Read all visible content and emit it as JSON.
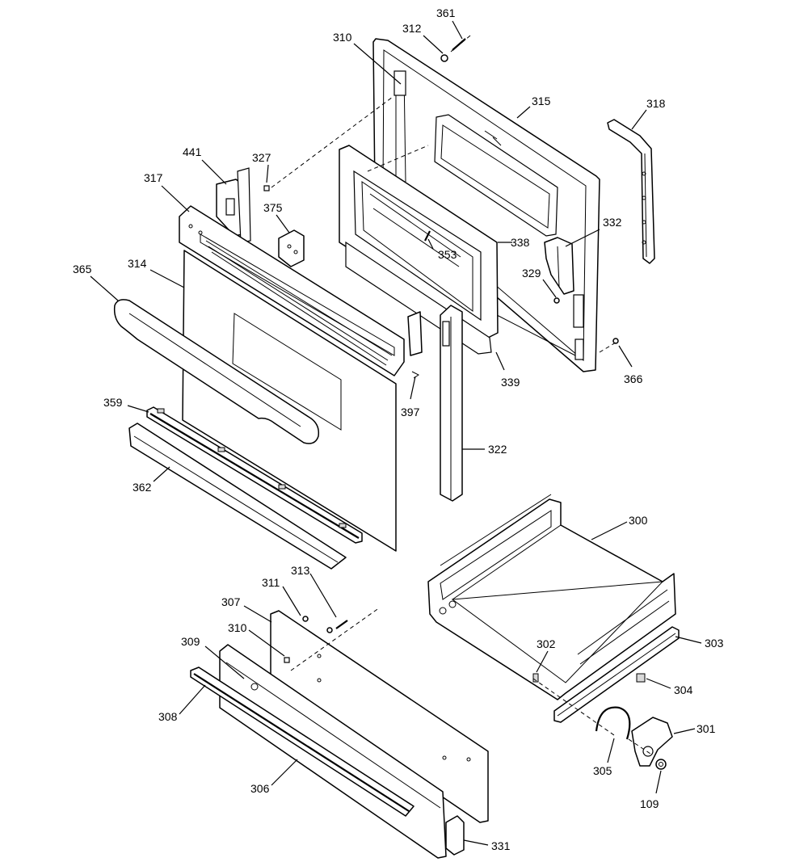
{
  "parts": [
    {
      "id": "p361",
      "number": "361"
    },
    {
      "id": "p312",
      "number": "312"
    },
    {
      "id": "p310a",
      "number": "310"
    },
    {
      "id": "p315",
      "number": "315"
    },
    {
      "id": "p318",
      "number": "318"
    },
    {
      "id": "p441",
      "number": "441"
    },
    {
      "id": "p327",
      "number": "327"
    },
    {
      "id": "p317",
      "number": "317"
    },
    {
      "id": "p375",
      "number": "375"
    },
    {
      "id": "p332",
      "number": "332"
    },
    {
      "id": "p338",
      "number": "338"
    },
    {
      "id": "p353",
      "number": "353"
    },
    {
      "id": "p365",
      "number": "365"
    },
    {
      "id": "p314",
      "number": "314"
    },
    {
      "id": "p329",
      "number": "329"
    },
    {
      "id": "p366",
      "number": "366"
    },
    {
      "id": "p339",
      "number": "339"
    },
    {
      "id": "p397",
      "number": "397"
    },
    {
      "id": "p359",
      "number": "359"
    },
    {
      "id": "p322",
      "number": "322"
    },
    {
      "id": "p362",
      "number": "362"
    },
    {
      "id": "p300",
      "number": "300"
    },
    {
      "id": "p313",
      "number": "313"
    },
    {
      "id": "p311",
      "number": "311"
    },
    {
      "id": "p307",
      "number": "307"
    },
    {
      "id": "p310b",
      "number": "310"
    },
    {
      "id": "p309",
      "number": "309"
    },
    {
      "id": "p302",
      "number": "302"
    },
    {
      "id": "p303",
      "number": "303"
    },
    {
      "id": "p304",
      "number": "304"
    },
    {
      "id": "p308",
      "number": "308"
    },
    {
      "id": "p301",
      "number": "301"
    },
    {
      "id": "p305",
      "number": "305"
    },
    {
      "id": "p306",
      "number": "306"
    },
    {
      "id": "p109",
      "number": "109"
    },
    {
      "id": "p331",
      "number": "331"
    }
  ]
}
